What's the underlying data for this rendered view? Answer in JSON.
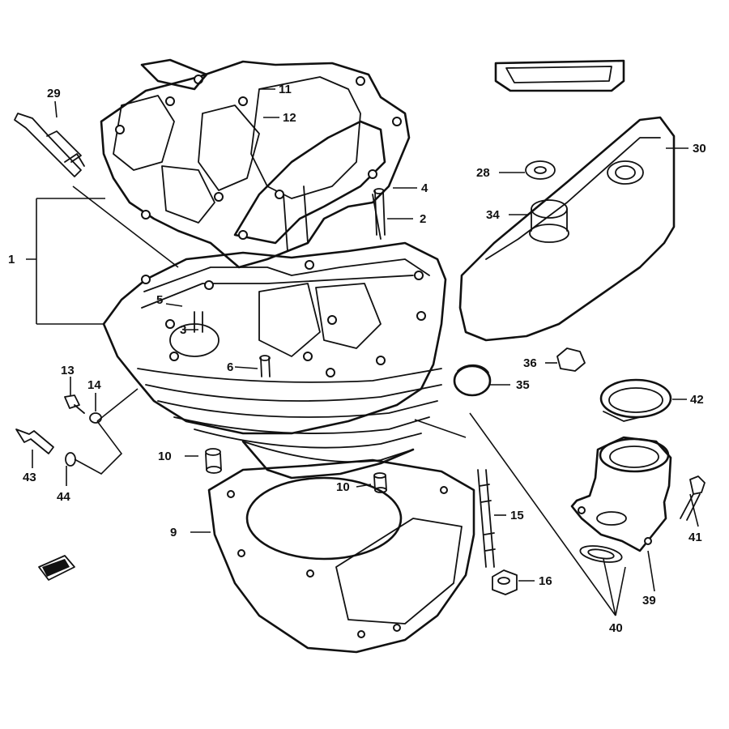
{
  "highlight_color": "#e8351f",
  "callouts": [
    {
      "id": "c1",
      "label": "1"
    },
    {
      "id": "c2",
      "label": "2"
    },
    {
      "id": "c3",
      "label": "3"
    },
    {
      "id": "c4",
      "label": "4"
    },
    {
      "id": "c5",
      "label": "5"
    },
    {
      "id": "c6",
      "label": "6"
    },
    {
      "id": "c9",
      "label": "9"
    },
    {
      "id": "c10a",
      "label": "10"
    },
    {
      "id": "c10b",
      "label": "10"
    },
    {
      "id": "c11",
      "label": "11"
    },
    {
      "id": "c12",
      "label": "12"
    },
    {
      "id": "c13",
      "label": "13"
    },
    {
      "id": "c14",
      "label": "14"
    },
    {
      "id": "c15",
      "label": "15"
    },
    {
      "id": "c16",
      "label": "16"
    },
    {
      "id": "c28",
      "label": "28"
    },
    {
      "id": "c29",
      "label": "29"
    },
    {
      "id": "c30",
      "label": "30"
    },
    {
      "id": "c34",
      "label": "34"
    },
    {
      "id": "c35",
      "label": "35"
    },
    {
      "id": "c36",
      "label": "36"
    },
    {
      "id": "c39",
      "label": "39"
    },
    {
      "id": "c40",
      "label": "40"
    },
    {
      "id": "c41",
      "label": "41"
    },
    {
      "id": "c42",
      "label": "42"
    },
    {
      "id": "c43",
      "label": "43"
    },
    {
      "id": "c44",
      "label": "44"
    }
  ]
}
